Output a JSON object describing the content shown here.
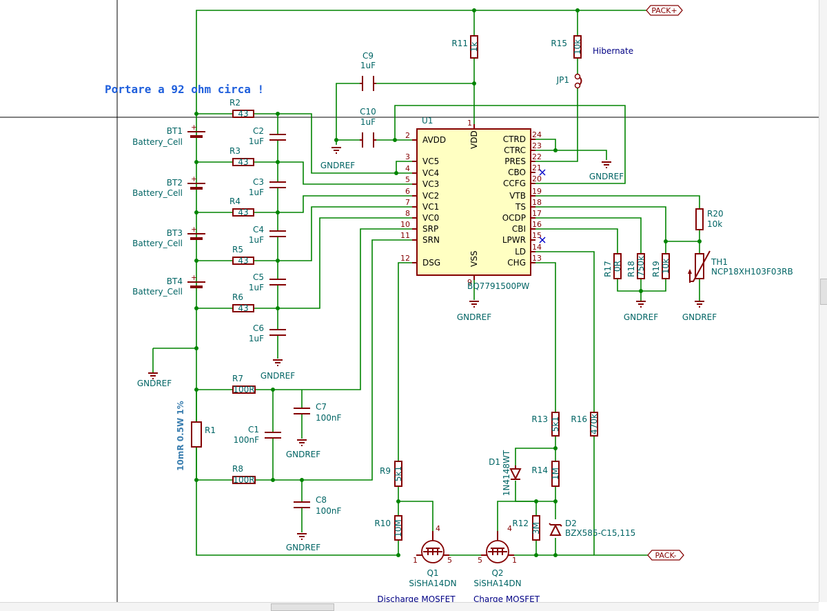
{
  "annotation": {
    "text": "Portare a 92 ohm circa !",
    "color": "#1f5fdc"
  },
  "shunt_note": "10mR 0.5W 1%",
  "labels": {
    "pack_plus": "PACK+",
    "pack_minus": "PACK-"
  },
  "ic": {
    "ref": "U1",
    "part": "BQ7791500PW",
    "left_pins": [
      {
        "num": "2",
        "name": "AVDD"
      },
      {
        "num": "3",
        "name": "VC5"
      },
      {
        "num": "4",
        "name": "VC4"
      },
      {
        "num": "5",
        "name": "VC3"
      },
      {
        "num": "6",
        "name": "VC2"
      },
      {
        "num": "7",
        "name": "VC1"
      },
      {
        "num": "8",
        "name": "VC0"
      },
      {
        "num": "10",
        "name": "SRP"
      },
      {
        "num": "11",
        "name": "SRN"
      },
      {
        "num": "12",
        "name": "DSG"
      }
    ],
    "right_pins": [
      {
        "num": "24",
        "name": "CTRD"
      },
      {
        "num": "23",
        "name": "CTRC"
      },
      {
        "num": "22",
        "name": "PRES"
      },
      {
        "num": "21",
        "name": "CBO"
      },
      {
        "num": "20",
        "name": "CCFG"
      },
      {
        "num": "19",
        "name": "VTB"
      },
      {
        "num": "18",
        "name": "TS"
      },
      {
        "num": "17",
        "name": "OCDP"
      },
      {
        "num": "16",
        "name": "CBI"
      },
      {
        "num": "15",
        "name": "LPWR"
      },
      {
        "num": "14",
        "name": "LD"
      },
      {
        "num": "13",
        "name": "CHG"
      }
    ],
    "top_pin": {
      "num": "1",
      "name": "VDD"
    },
    "bottom_pin": {
      "num": "9",
      "name": "VSS"
    }
  },
  "resistors": [
    {
      "ref": "R2",
      "value": "43"
    },
    {
      "ref": "R3",
      "value": "43"
    },
    {
      "ref": "R4",
      "value": "43"
    },
    {
      "ref": "R5",
      "value": "43"
    },
    {
      "ref": "R6",
      "value": "43"
    },
    {
      "ref": "R7",
      "value": "100R"
    },
    {
      "ref": "R8",
      "value": "100R"
    },
    {
      "ref": "R11",
      "value": "1k"
    },
    {
      "ref": "R15",
      "value": "10k"
    },
    {
      "ref": "R17",
      "value": "0R"
    },
    {
      "ref": "R18",
      "value": "750k"
    },
    {
      "ref": "R19",
      "value": "10k"
    },
    {
      "ref": "R20",
      "value": "10k"
    },
    {
      "ref": "R9",
      "value": "5k1"
    },
    {
      "ref": "R10",
      "value": "10M"
    },
    {
      "ref": "R13",
      "value": "5k1"
    },
    {
      "ref": "R14",
      "value": "1M"
    },
    {
      "ref": "R12",
      "value": "3M"
    },
    {
      "ref": "R16",
      "value": "470k"
    },
    {
      "ref": "R1",
      "value": ""
    }
  ],
  "capacitors": [
    {
      "ref": "C9",
      "value": "1uF"
    },
    {
      "ref": "C10",
      "value": "1uF"
    },
    {
      "ref": "C2",
      "value": "1uF"
    },
    {
      "ref": "C3",
      "value": "1uF"
    },
    {
      "ref": "C4",
      "value": "1uF"
    },
    {
      "ref": "C5",
      "value": "1uF"
    },
    {
      "ref": "C6",
      "value": "1uF"
    },
    {
      "ref": "C7",
      "value": "100nF"
    },
    {
      "ref": "C1",
      "value": "100nF"
    },
    {
      "ref": "C8",
      "value": "100nF"
    }
  ],
  "batteries": [
    {
      "ref": "BT1",
      "value": "Battery_Cell"
    },
    {
      "ref": "BT2",
      "value": "Battery_Cell"
    },
    {
      "ref": "BT3",
      "value": "Battery_Cell"
    },
    {
      "ref": "BT4",
      "value": "Battery_Cell"
    }
  ],
  "jumper": {
    "ref": "JP1",
    "note": "Hibernate"
  },
  "thermistor": {
    "ref": "TH1",
    "value": "NCP18XH103F03RB"
  },
  "diodes": [
    {
      "ref": "D1",
      "value": "1N4148WT"
    },
    {
      "ref": "D2",
      "value": "BZX585-C15,115"
    }
  ],
  "mosfets": [
    {
      "ref": "Q1",
      "value": "SiSHA14DN",
      "caption": "Discharge MOSFET"
    },
    {
      "ref": "Q2",
      "value": "SiSHA14DN",
      "caption": "Charge MOSFET"
    }
  ],
  "gnd_label": "GNDREF",
  "colors": {
    "wire": "#008400",
    "body": "#840000",
    "ic_fill": "#ffffc2",
    "text": "#006464",
    "note": "#000084"
  }
}
